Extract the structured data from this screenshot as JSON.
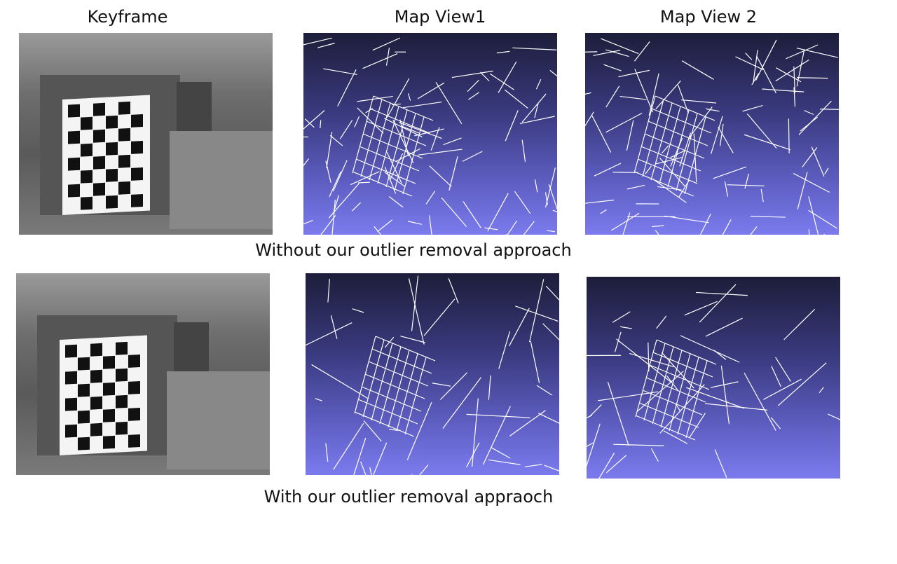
{
  "headers": {
    "keyframe": "Keyframe",
    "map_view_1": "Map View1",
    "map_view_2": "Map View 2"
  },
  "captions": {
    "row_1": "Without our outlier removal approach",
    "row_2": "With our outlier removal appraoch"
  },
  "colors": {
    "map_top": "#1d1d3a",
    "map_bottom": "#7b7bee",
    "line": "#ffffff"
  }
}
